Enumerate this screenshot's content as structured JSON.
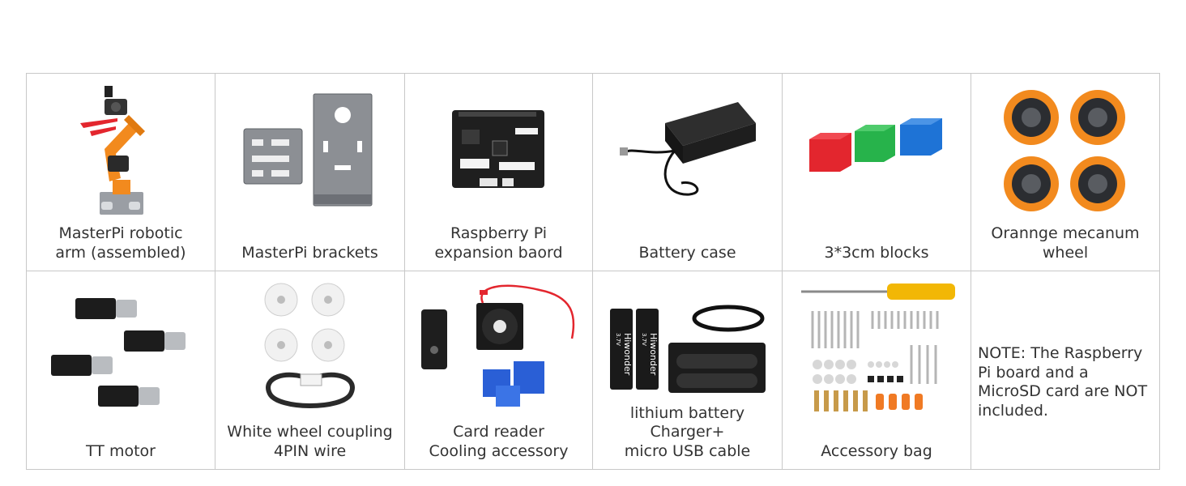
{
  "items": [
    {
      "caption": "MasterPi robotic\narm (assembled)",
      "icon": "robotic-arm"
    },
    {
      "caption": "MasterPi brackets",
      "icon": "brackets"
    },
    {
      "caption": "Raspberry Pi\nexpansion baord",
      "icon": "expansion-board"
    },
    {
      "caption": "Battery case",
      "icon": "battery-case"
    },
    {
      "caption": "3*3cm blocks",
      "icon": "color-blocks"
    },
    {
      "caption": "Orannge mecanum\nwheel",
      "icon": "mecanum-wheel"
    },
    {
      "caption": "TT motor",
      "icon": "tt-motor"
    },
    {
      "caption": "White wheel coupling\n4PIN wire",
      "icon": "wheel-coupling"
    },
    {
      "caption": "Card reader\nCooling accessory",
      "icon": "card-reader-fan"
    },
    {
      "caption": "lithium battery\nCharger+\nmicro USB cable",
      "icon": "battery-charger"
    },
    {
      "caption": "Accessory bag",
      "icon": "accessory-bag"
    }
  ],
  "note": "NOTE: The Raspberry Pi board and a MicroSD card are NOT included.",
  "battery_brand": "Hiwonder",
  "battery_voltage": "3.7V",
  "colors": {
    "border": "#c8c8c8",
    "orange": "#f28a1e",
    "red": "#e3262e",
    "green": "#27b34b",
    "blue": "#1e73d6"
  }
}
